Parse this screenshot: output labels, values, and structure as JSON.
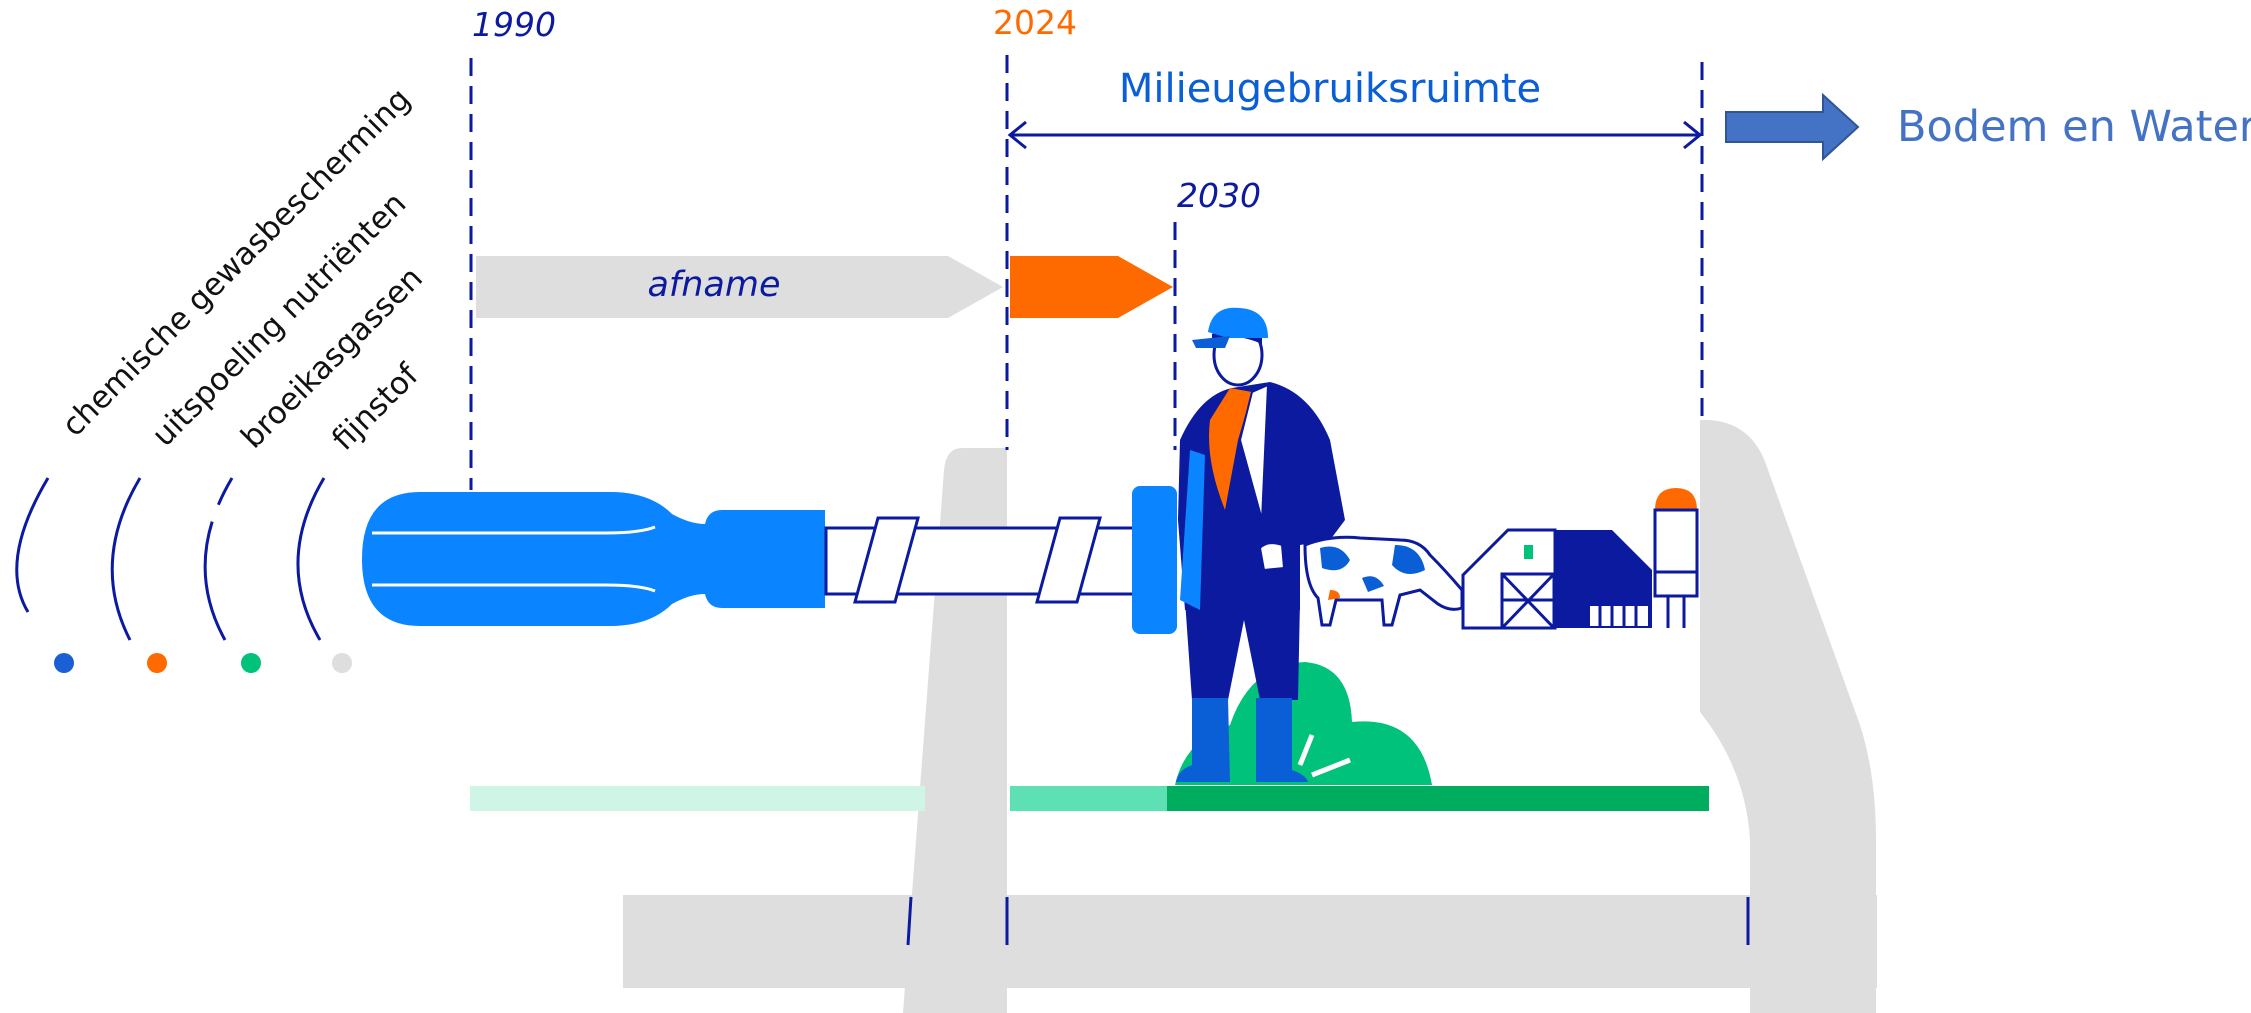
{
  "years": {
    "y1990": "1990",
    "y2024": "2024",
    "y2030": "2030"
  },
  "labels": {
    "space": "Milieugebruiksruimte",
    "target": "Bodem en Water",
    "reduction": "afname"
  },
  "emissions": [
    {
      "label": "chemische gewasbescherming",
      "color": "#1a5fd6"
    },
    {
      "label": "uitspoeling nutriënten",
      "color": "#ff6a00"
    },
    {
      "label": "broeikasgassen",
      "color": "#00c27a"
    },
    {
      "label": "fijnstof",
      "color": "#dcdcdc"
    }
  ],
  "colors": {
    "navy": "#0b1a9e",
    "blue": "#0a84ff",
    "orange": "#ff6a00",
    "grey": "#dedede",
    "arrow_blue": "#4472c4",
    "green_light": "#cff5e6",
    "green_mid": "#5de0b3",
    "green_dark": "#00ad5f"
  }
}
